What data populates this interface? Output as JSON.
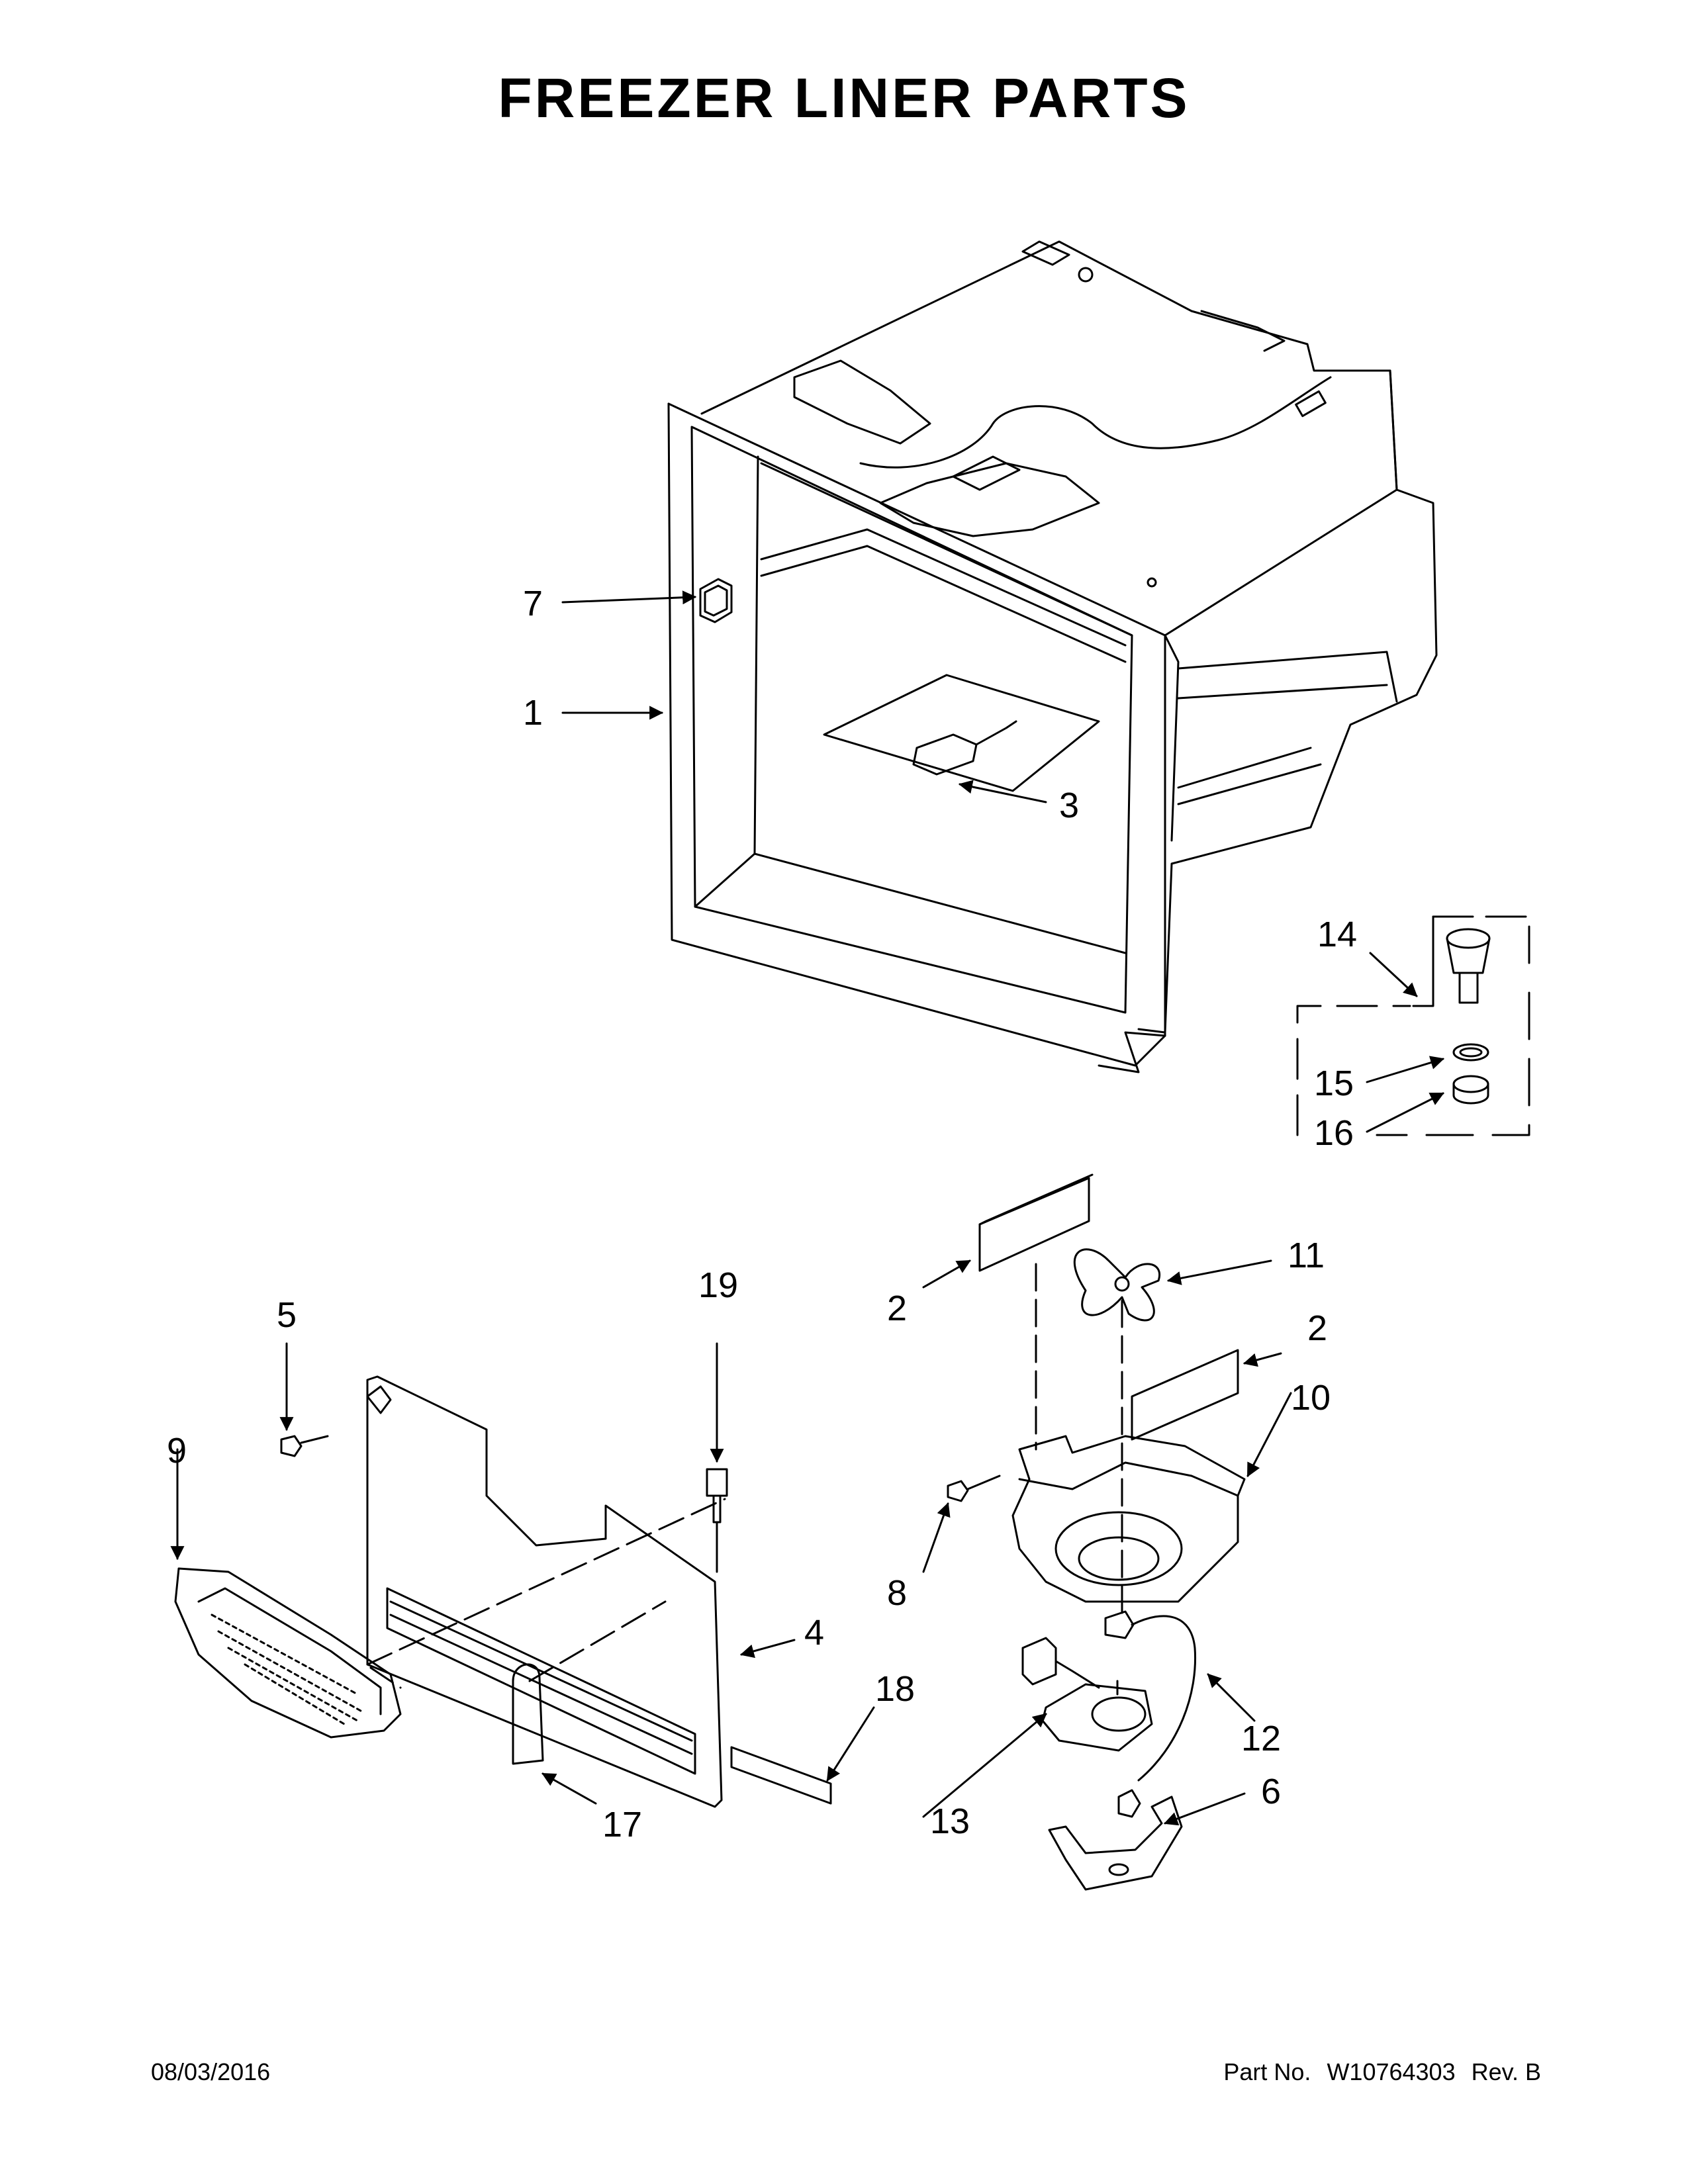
{
  "title": "FREEZER LINER PARTS",
  "callouts": [
    {
      "id": "1",
      "label": "1"
    },
    {
      "id": "2a",
      "label": "2"
    },
    {
      "id": "2b",
      "label": "2"
    },
    {
      "id": "3",
      "label": "3"
    },
    {
      "id": "4",
      "label": "4"
    },
    {
      "id": "5",
      "label": "5"
    },
    {
      "id": "6",
      "label": "6"
    },
    {
      "id": "7",
      "label": "7"
    },
    {
      "id": "8",
      "label": "8"
    },
    {
      "id": "9",
      "label": "9"
    },
    {
      "id": "10",
      "label": "10"
    },
    {
      "id": "11",
      "label": "11"
    },
    {
      "id": "12",
      "label": "12"
    },
    {
      "id": "13",
      "label": "13"
    },
    {
      "id": "14",
      "label": "14"
    },
    {
      "id": "15",
      "label": "15"
    },
    {
      "id": "16",
      "label": "16"
    },
    {
      "id": "17",
      "label": "17"
    },
    {
      "id": "18",
      "label": "18"
    },
    {
      "id": "19",
      "label": "19"
    }
  ],
  "footer": {
    "date": "08/03/2016",
    "part_label": "Part No.",
    "part_number": "W10764303",
    "revision": "Rev.  B"
  },
  "colors": {
    "line": "#000000",
    "background": "#ffffff"
  }
}
